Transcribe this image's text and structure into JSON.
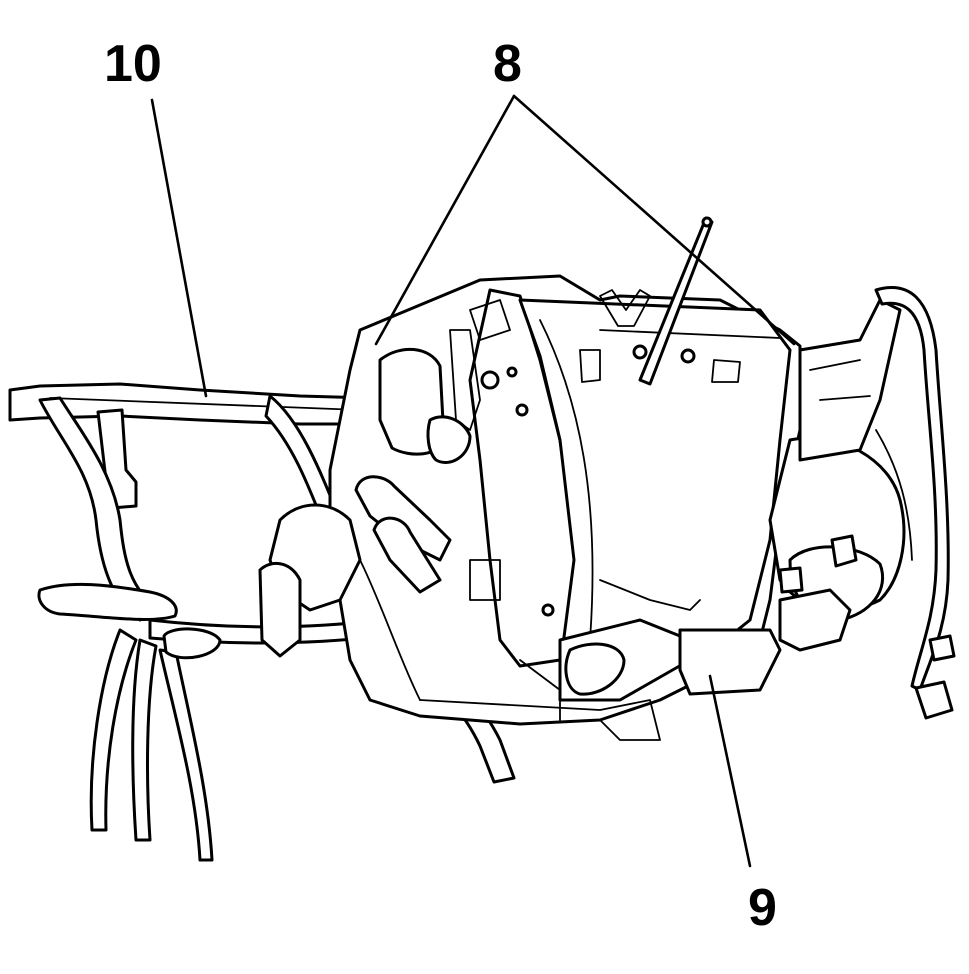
{
  "callouts": {
    "c10": "10",
    "c8": "8",
    "c9": "9"
  },
  "colors": {
    "line": "#000000",
    "background": "#ffffff"
  }
}
